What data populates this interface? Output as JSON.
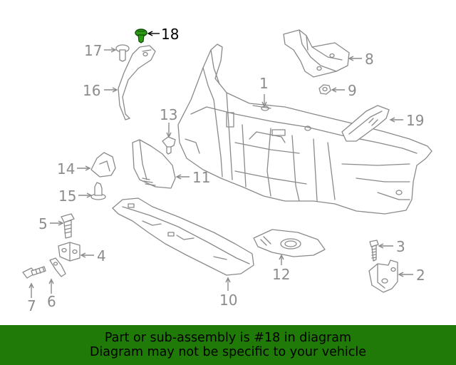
{
  "banner": {
    "line1": "Part or sub-assembly is #18 in diagram",
    "line2": "Diagram may not be specific to your vehicle",
    "background_color": "#1f7a08"
  },
  "highlight": {
    "part_number": "18",
    "color": "#1f7a08"
  },
  "callouts": [
    {
      "key": "c1",
      "label": "1"
    },
    {
      "key": "c2",
      "label": "2"
    },
    {
      "key": "c3",
      "label": "3"
    },
    {
      "key": "c4",
      "label": "4"
    },
    {
      "key": "c5",
      "label": "5"
    },
    {
      "key": "c6",
      "label": "6"
    },
    {
      "key": "c7",
      "label": "7"
    },
    {
      "key": "c8",
      "label": "8"
    },
    {
      "key": "c9",
      "label": "9"
    },
    {
      "key": "c10",
      "label": "10"
    },
    {
      "key": "c11",
      "label": "11"
    },
    {
      "key": "c12",
      "label": "12"
    },
    {
      "key": "c13",
      "label": "13"
    },
    {
      "key": "c14",
      "label": "14"
    },
    {
      "key": "c15",
      "label": "15"
    },
    {
      "key": "c16",
      "label": "16"
    },
    {
      "key": "c17",
      "label": "17"
    },
    {
      "key": "c18",
      "label": "18"
    },
    {
      "key": "c19",
      "label": "19"
    }
  ]
}
